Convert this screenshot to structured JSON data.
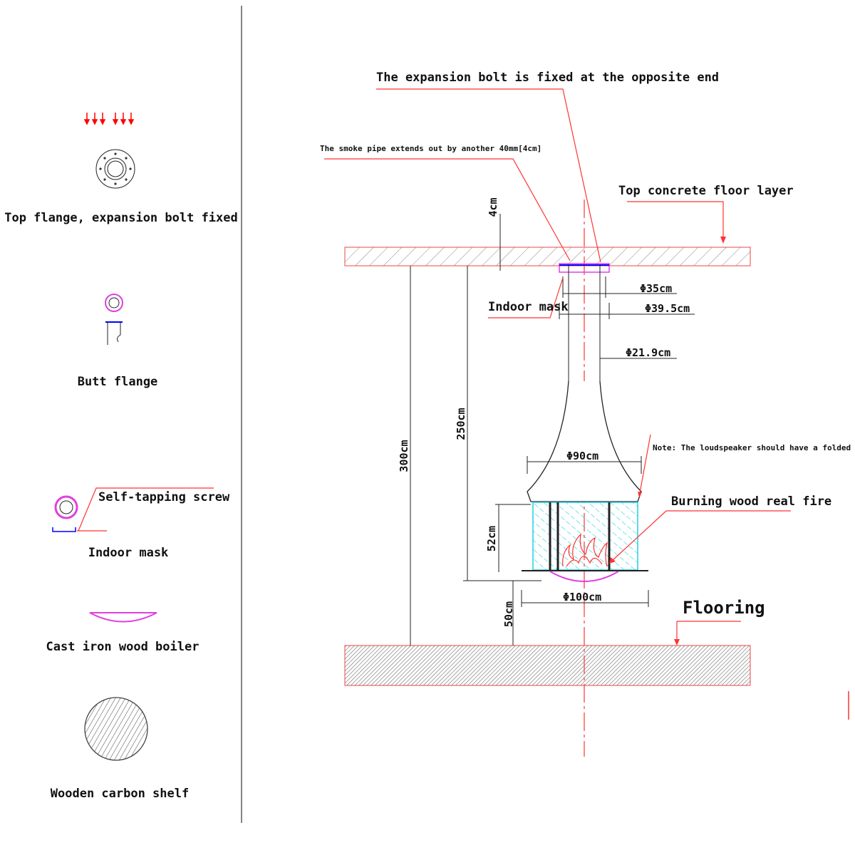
{
  "legend": {
    "top_flange": "Top flange, expansion bolt fixed",
    "butt_flange": "Butt flange",
    "self_tapping_screw": "Self-tapping screw",
    "indoor_mask": "Indoor mask",
    "cast_iron_boiler": "Cast iron wood boiler",
    "wooden_carbon_shelf": "Wooden carbon shelf"
  },
  "annotations": {
    "expansion_bolt": "The expansion bolt is fixed at the opposite end",
    "smoke_pipe": "The smoke pipe extends out by another 40mm[4cm]",
    "top_concrete": "Top concrete floor layer",
    "indoor_mask": "Indoor mask",
    "note_loudspeaker": "Note: The loudspeaker should have a folded edge",
    "burning_fire": "Burning wood real fire",
    "flooring": "Flooring"
  },
  "dimensions": {
    "d35": "Φ35cm",
    "d39_5": "Φ39.5cm",
    "d21_9": "Φ21.9cm",
    "d90": "Φ90cm",
    "d100": "Φ100cm",
    "h300": "300cm",
    "h250": "250cm",
    "h52": "52cm",
    "h50": "50cm",
    "h4": "4cm"
  },
  "colors": {
    "accent": "#ff3333",
    "pink": "#e040e0",
    "glass": "#22d0e0"
  }
}
